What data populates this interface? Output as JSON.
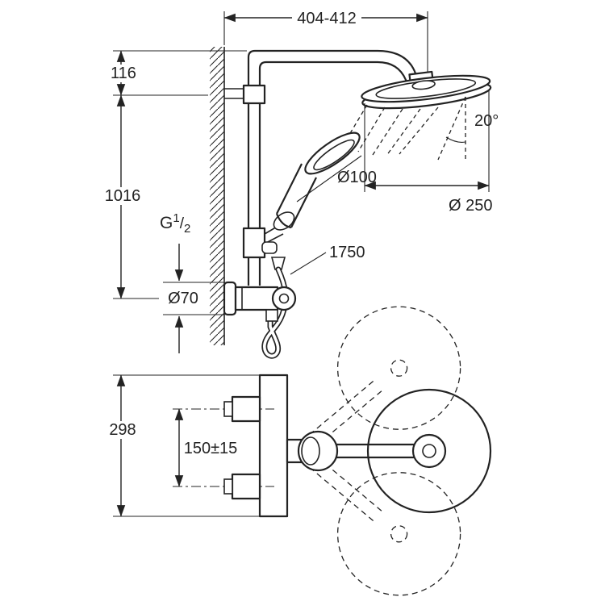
{
  "diagram": {
    "title": "shower-system-technical-drawing",
    "labels": {
      "top_width": "404-412",
      "wall_offset": "116",
      "pipe_height": "1016",
      "thread_g": "G",
      "thread_num": "1",
      "thread_slash": "/",
      "thread_den": "2",
      "mixer_dia": "Ø70",
      "hose_length": "1750",
      "hand_dia": "Ø100",
      "spray_angle": "20°",
      "head_dia": "Ø 250",
      "bottom_height": "298",
      "valve_spacing": "150±15"
    },
    "colors": {
      "line": "#232323",
      "background": "#ffffff"
    }
  }
}
